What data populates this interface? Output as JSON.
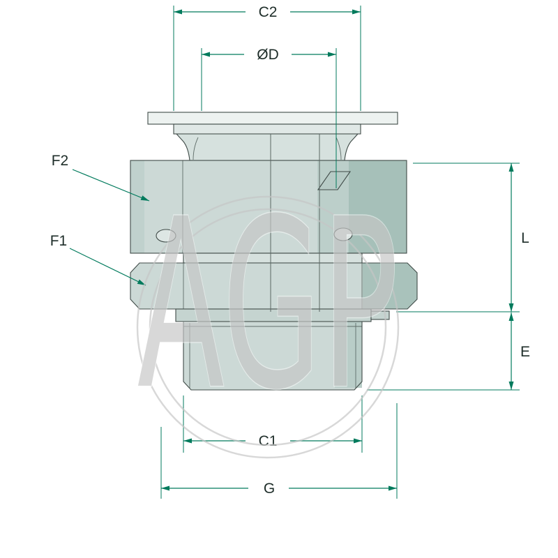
{
  "drawing": {
    "type": "technical-drawing",
    "subject": "straight bulkhead hydraulic fitting, front sectional view with dimension callouts",
    "watermark": {
      "text": "AGP"
    },
    "labels": {
      "c2": "C2",
      "od": "ØD",
      "f2": "F2",
      "f1": "F1",
      "l": "L",
      "e": "E",
      "c1": "C1",
      "g": "G"
    },
    "colors": {
      "dimension_line": "#007a5c",
      "label_text": "#1e2d29",
      "part_fill_light": "#ccd9d6",
      "part_fill_mid": "#bccfca",
      "part_fill_dark": "#a6c0b9",
      "part_outline": "#3f4a47",
      "watermark": "#c6c6c6",
      "background": "#ffffff"
    }
  }
}
